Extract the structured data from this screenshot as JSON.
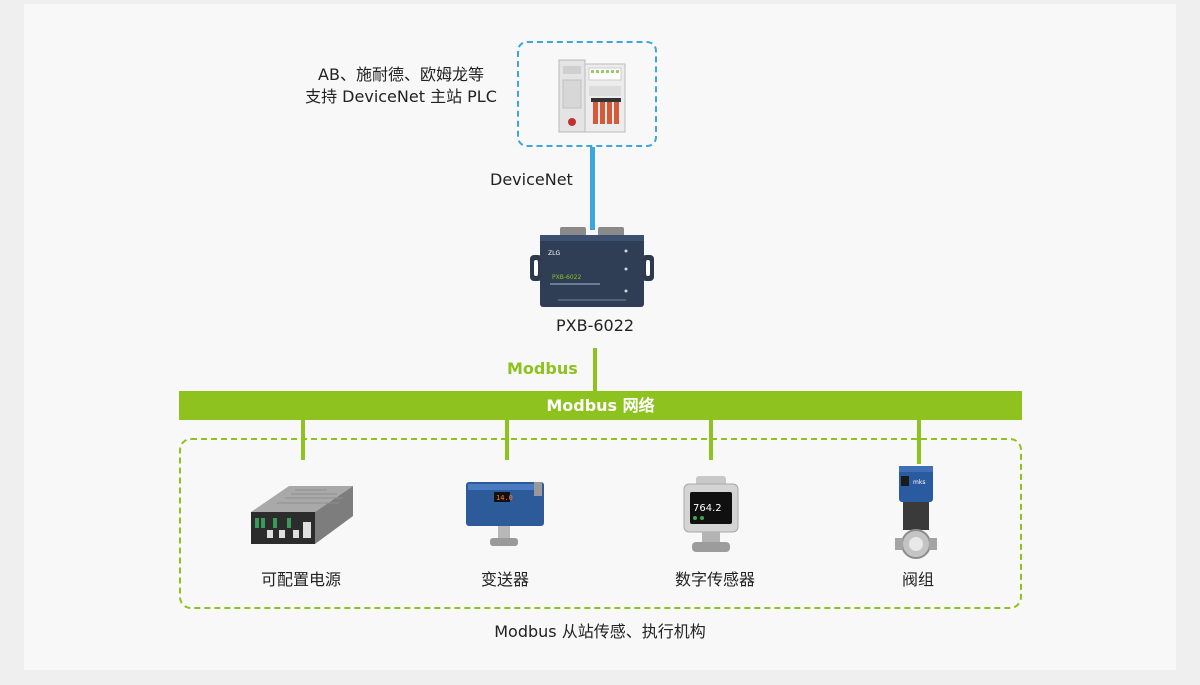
{
  "plc": {
    "label_line1": "AB、施耐德、欧姆龙等",
    "label_line2": "支持 DeviceNet 主站 PLC"
  },
  "link_top": {
    "label": "DeviceNet"
  },
  "gateway": {
    "name": "PXB-6022",
    "brand": "ZLG",
    "model_badge": "PXB-6022"
  },
  "link_mid": {
    "label": "Modbus"
  },
  "bus": {
    "label": "Modbus 网络"
  },
  "devices": [
    {
      "label": "可配置电源",
      "icon": "power-supply-icon"
    },
    {
      "label": "变送器",
      "icon": "transmitter-icon",
      "display": "14.0"
    },
    {
      "label": "数字传感器",
      "icon": "digital-sensor-icon",
      "display": "764.2"
    },
    {
      "label": "阀组",
      "icon": "valve-icon",
      "brand": "mks"
    }
  ],
  "slave_group": {
    "label": "Modbus 从站传感、执行机构"
  },
  "colors": {
    "blue": "#3ba7dc",
    "green": "#8dc21f"
  }
}
